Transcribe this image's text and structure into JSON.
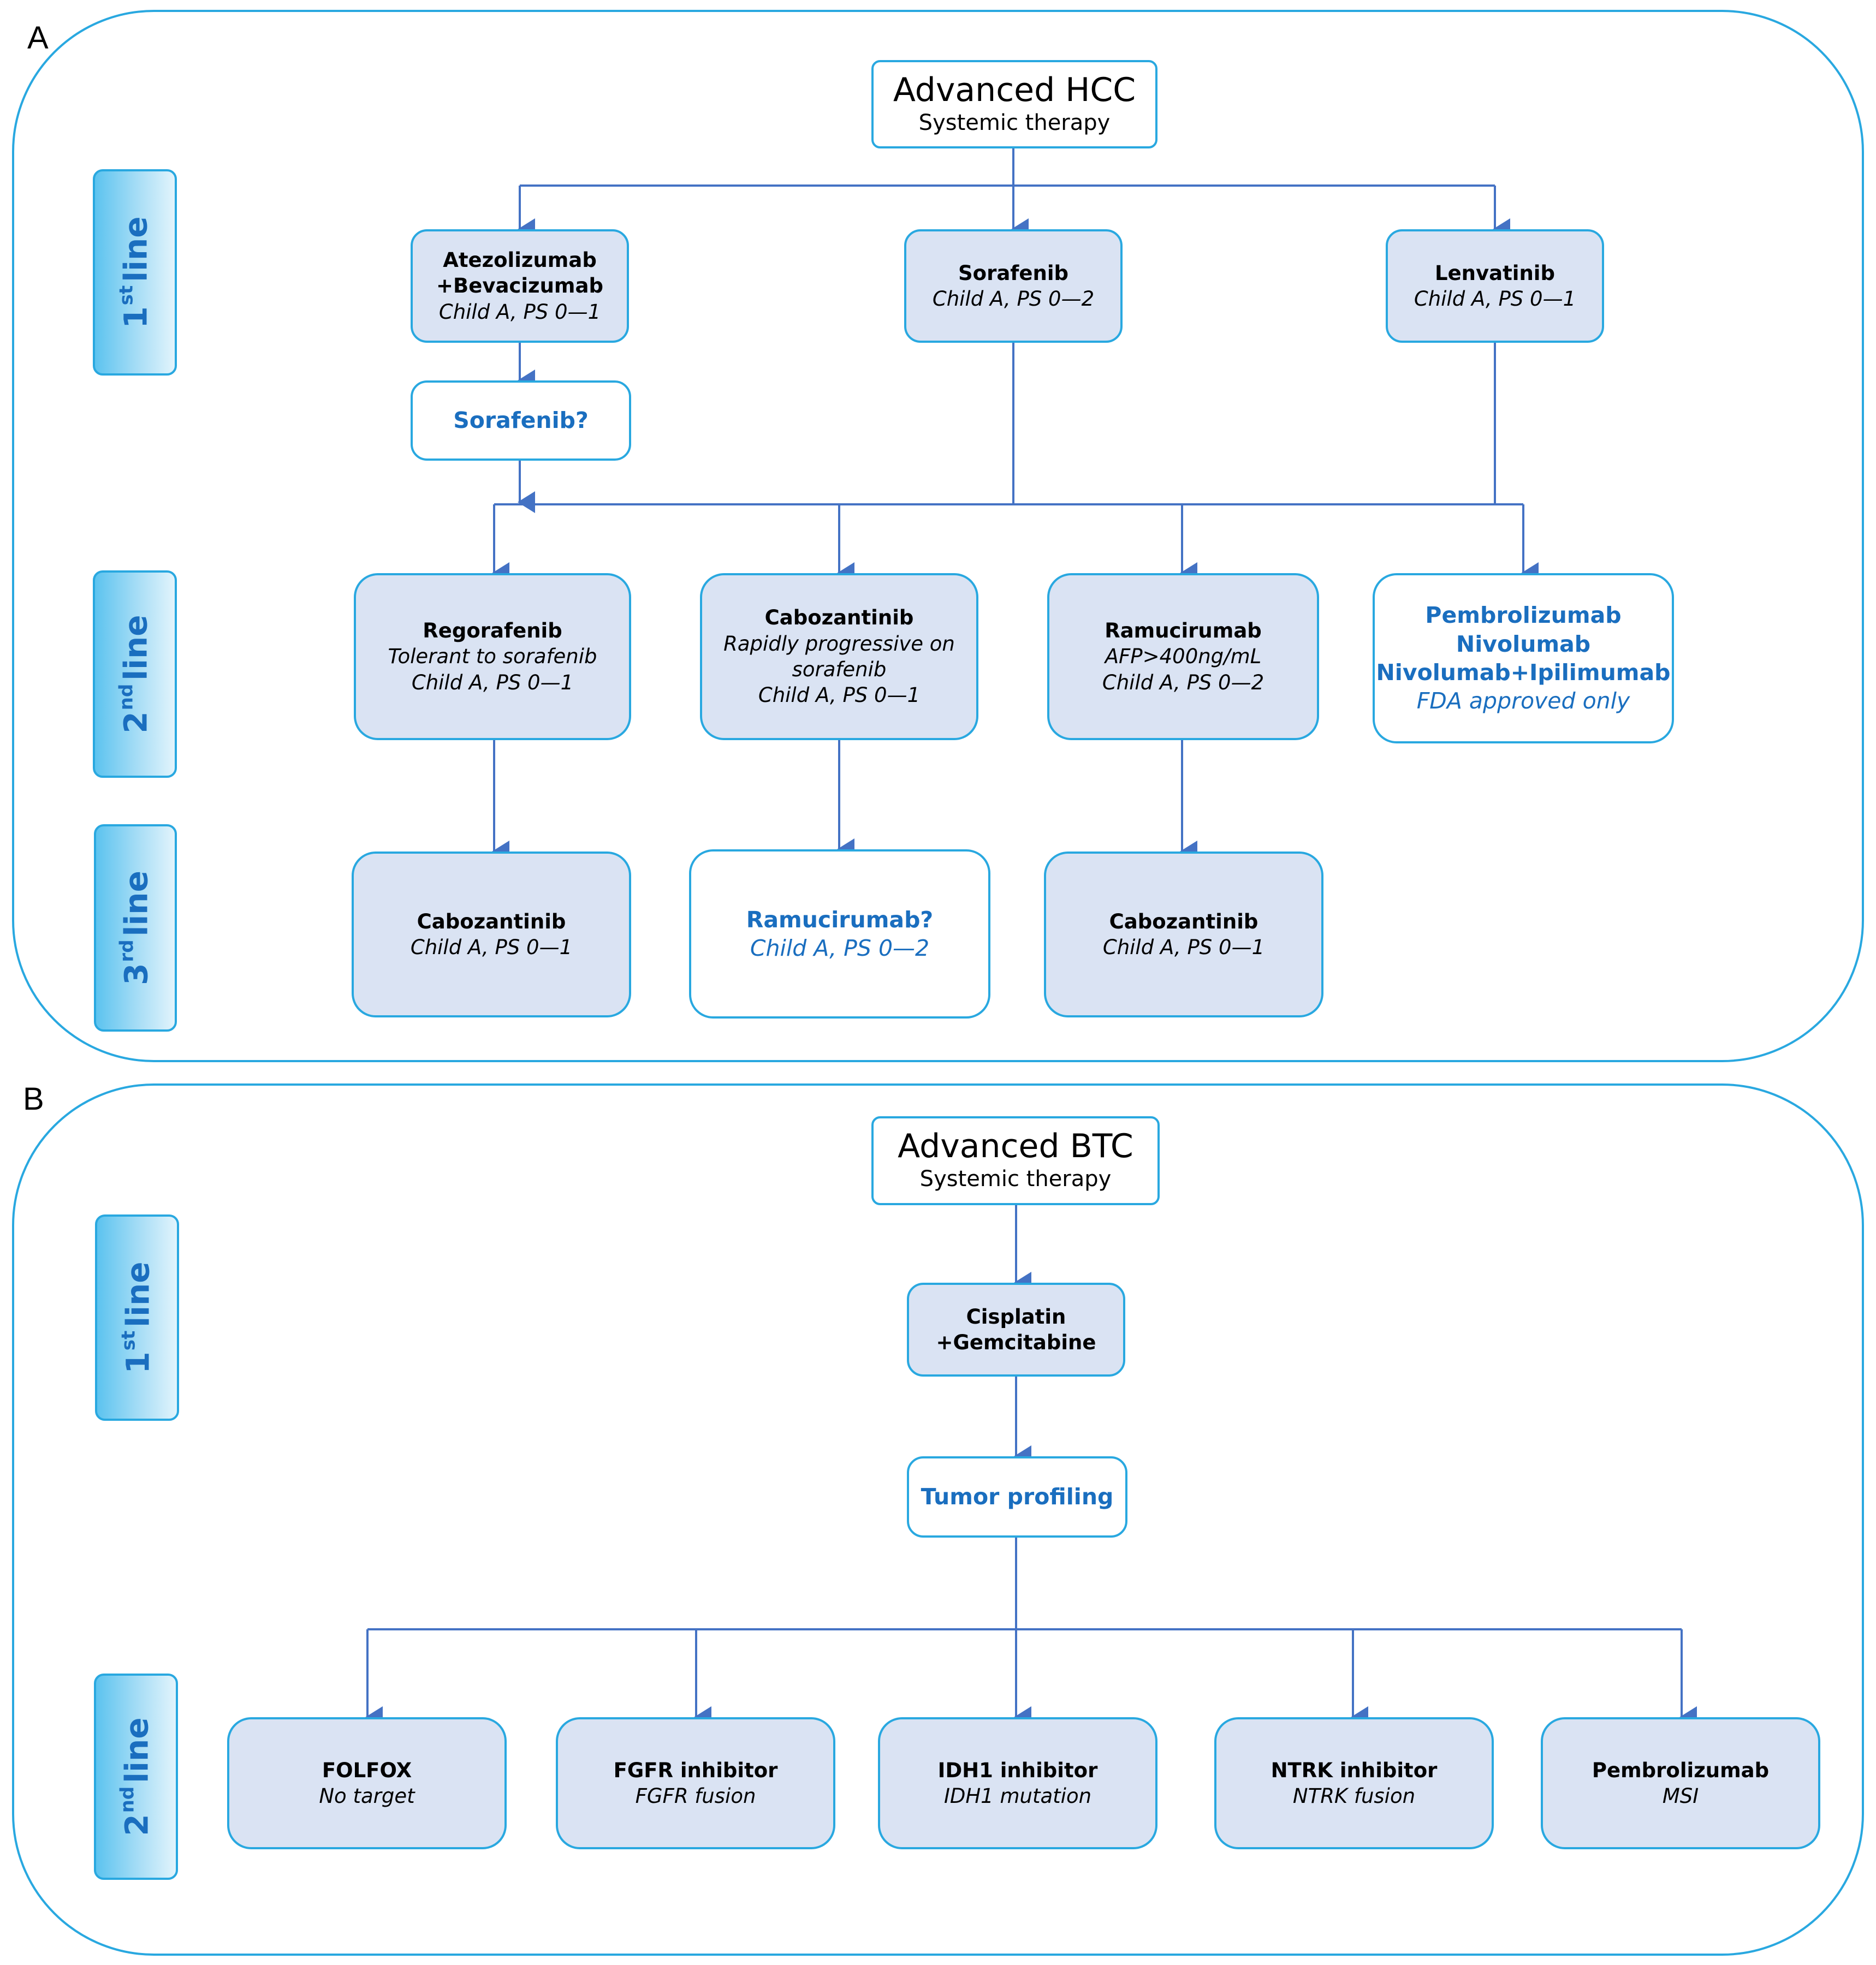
{
  "panel_a": {
    "letter": "A",
    "header": {
      "title": "Advanced HCC",
      "subtitle": "Systemic therapy"
    },
    "lines": [
      {
        "num": "1",
        "sup": "st",
        "word": "line"
      },
      {
        "num": "2",
        "sup": "nd",
        "word": "line"
      },
      {
        "num": "3",
        "sup": "rd",
        "word": "line"
      }
    ],
    "first_line": {
      "atezo": {
        "name1": "Atezolizumab",
        "name2": "+Bevacizumab",
        "criteria": "Child A, PS 0—1"
      },
      "sorafenib": {
        "name": "Sorafenib",
        "criteria": "Child A, PS 0—2"
      },
      "lenvatinib": {
        "name": "Lenvatinib",
        "criteria": "Child A, PS 0—1"
      },
      "sorafenib_q": "Sorafenib?"
    },
    "second_line": {
      "regorafenib": {
        "name": "Regorafenib",
        "cond": "Tolerant to sorafenib",
        "criteria": "Child A, PS 0—1"
      },
      "cabozantinib": {
        "name": "Cabozantinib",
        "cond1": "Rapidly progressive on",
        "cond2": "sorafenib",
        "criteria": "Child A, PS 0—1"
      },
      "ramucirumab": {
        "name": "Ramucirumab",
        "cond": "AFP>400ng/mL",
        "criteria": "Child A, PS 0—2"
      },
      "immuno": {
        "l1": "Pembrolizumab",
        "l2": "Nivolumab",
        "l3": "Nivolumab+Ipilimumab",
        "note": "FDA approved only"
      }
    },
    "third_line": {
      "cabo_left": {
        "name": "Cabozantinib",
        "criteria": "Child A, PS 0—1"
      },
      "ramu_q": {
        "name": "Ramucirumab?",
        "criteria": "Child A, PS 0—2"
      },
      "cabo_right": {
        "name": "Cabozantinib",
        "criteria": "Child A, PS 0—1"
      }
    }
  },
  "panel_b": {
    "letter": "B",
    "header": {
      "title": "Advanced BTC",
      "subtitle": "Systemic therapy"
    },
    "lines": [
      {
        "num": "1",
        "sup": "st",
        "word": "line"
      },
      {
        "num": "2",
        "sup": "nd",
        "word": "line"
      }
    ],
    "cisplatin": {
      "l1": "Cisplatin",
      "l2": "+Gemcitabine"
    },
    "profiling": "Tumor profiling",
    "second_line": [
      {
        "name": "FOLFOX",
        "cond": "No target"
      },
      {
        "name": "FGFR inhibitor",
        "cond": "FGFR fusion"
      },
      {
        "name": "IDH1 inhibitor",
        "cond": "IDH1 mutation"
      },
      {
        "name": "NTRK inhibitor",
        "cond": "NTRK fusion"
      },
      {
        "name": "Pembrolizumab",
        "cond": "MSI"
      }
    ]
  },
  "colors": {
    "border": "#29a8e0",
    "box_fill": "#dae3f3",
    "arrow": "#4472c4",
    "accent_text": "#1a6ebf"
  }
}
